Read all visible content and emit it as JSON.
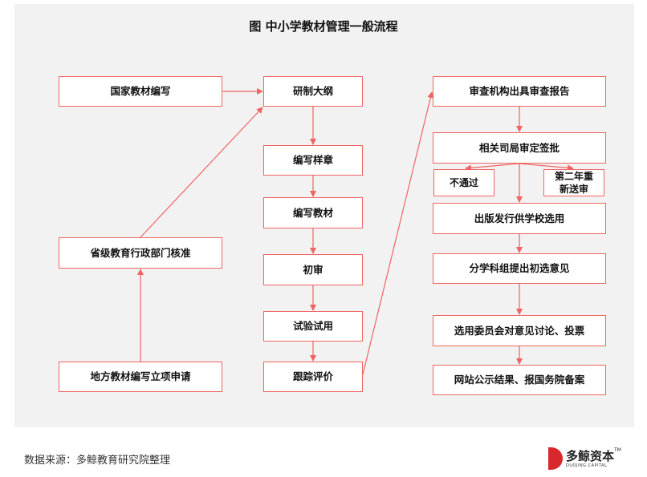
{
  "title": "图  中小学教材管理一般流程",
  "colors": {
    "accent": "#f06464",
    "panel": "#f2f2f2"
  },
  "nodes": {
    "national": "国家教材编写",
    "outline": "研制大纲",
    "sample": "编写样章",
    "textbook": "编写教材",
    "first_review": "初审",
    "trial": "试验试用",
    "tracking": "跟踪评价",
    "provincial": "省级教育行政部门核准",
    "local": "地方教材编写立项申请",
    "review_report": "审查机构出具审查报告",
    "approval": "相关司局审定签批",
    "rejected": "不通过",
    "resubmit": "第二年重新送审",
    "publish": "出版发行供学校选用",
    "subject_group": "分学科组提出初选意见",
    "committee": "选用委员会对意见讨论、投票",
    "publicize": "网站公示结果、报国务院备案"
  },
  "footer": {
    "source": "数据来源：多鲸教育研究院整理",
    "logo_cn": "多鲸资本",
    "logo_en": "DUOJING CAPITAL",
    "logo_tm": "TM"
  }
}
